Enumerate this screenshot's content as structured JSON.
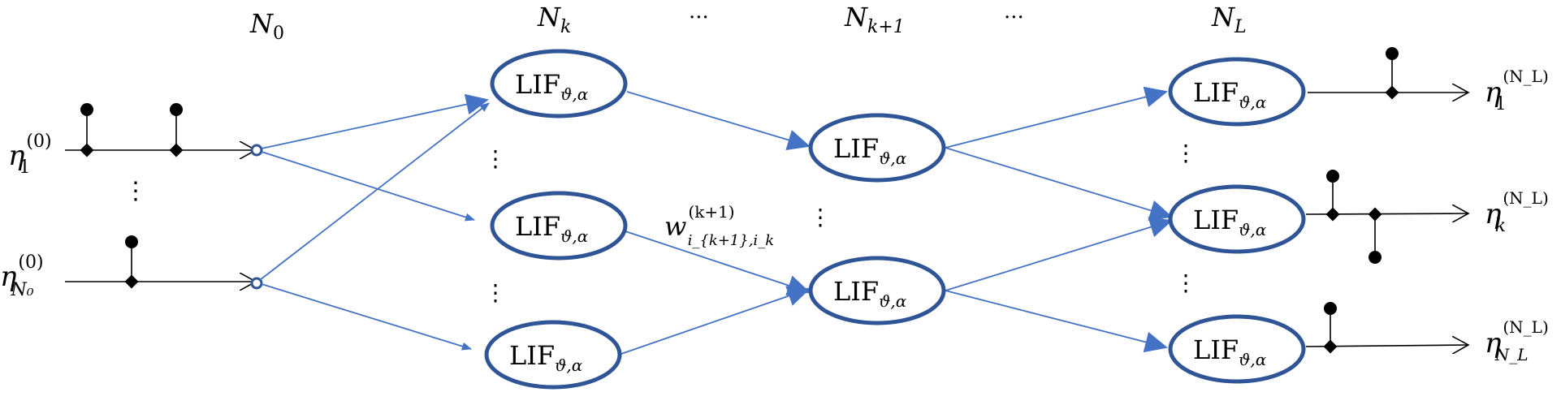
{
  "layers": {
    "n0": "N",
    "n0_sub": "0",
    "nk": "N",
    "nk_sub": "k",
    "nk1": "N",
    "nk1_sub": "k+1",
    "nl": "N",
    "nl_sub": "L",
    "dots1": "···",
    "dots2": "···"
  },
  "node_label": {
    "main": "LIF",
    "sub": "ϑ,α"
  },
  "inputs": [
    {
      "sym": "η",
      "sup": "(0)",
      "sub": "1"
    },
    {
      "sym": "η",
      "sup": "(0)",
      "sub": "N₀"
    }
  ],
  "outputs": [
    {
      "sym": "η",
      "sup": "(N_L)",
      "sub": "1"
    },
    {
      "sym": "η",
      "sup": "(N_L)",
      "sub": "k"
    },
    {
      "sym": "η",
      "sup": "(N_L)",
      "sub": "N_L"
    }
  ],
  "weight": {
    "sym": "w",
    "sup": "(k+1)",
    "sub": "i_{k+1},i_k"
  },
  "vdots": "⋮",
  "colors": {
    "node_stroke": "#2f5597",
    "edge": "#4472c4"
  }
}
